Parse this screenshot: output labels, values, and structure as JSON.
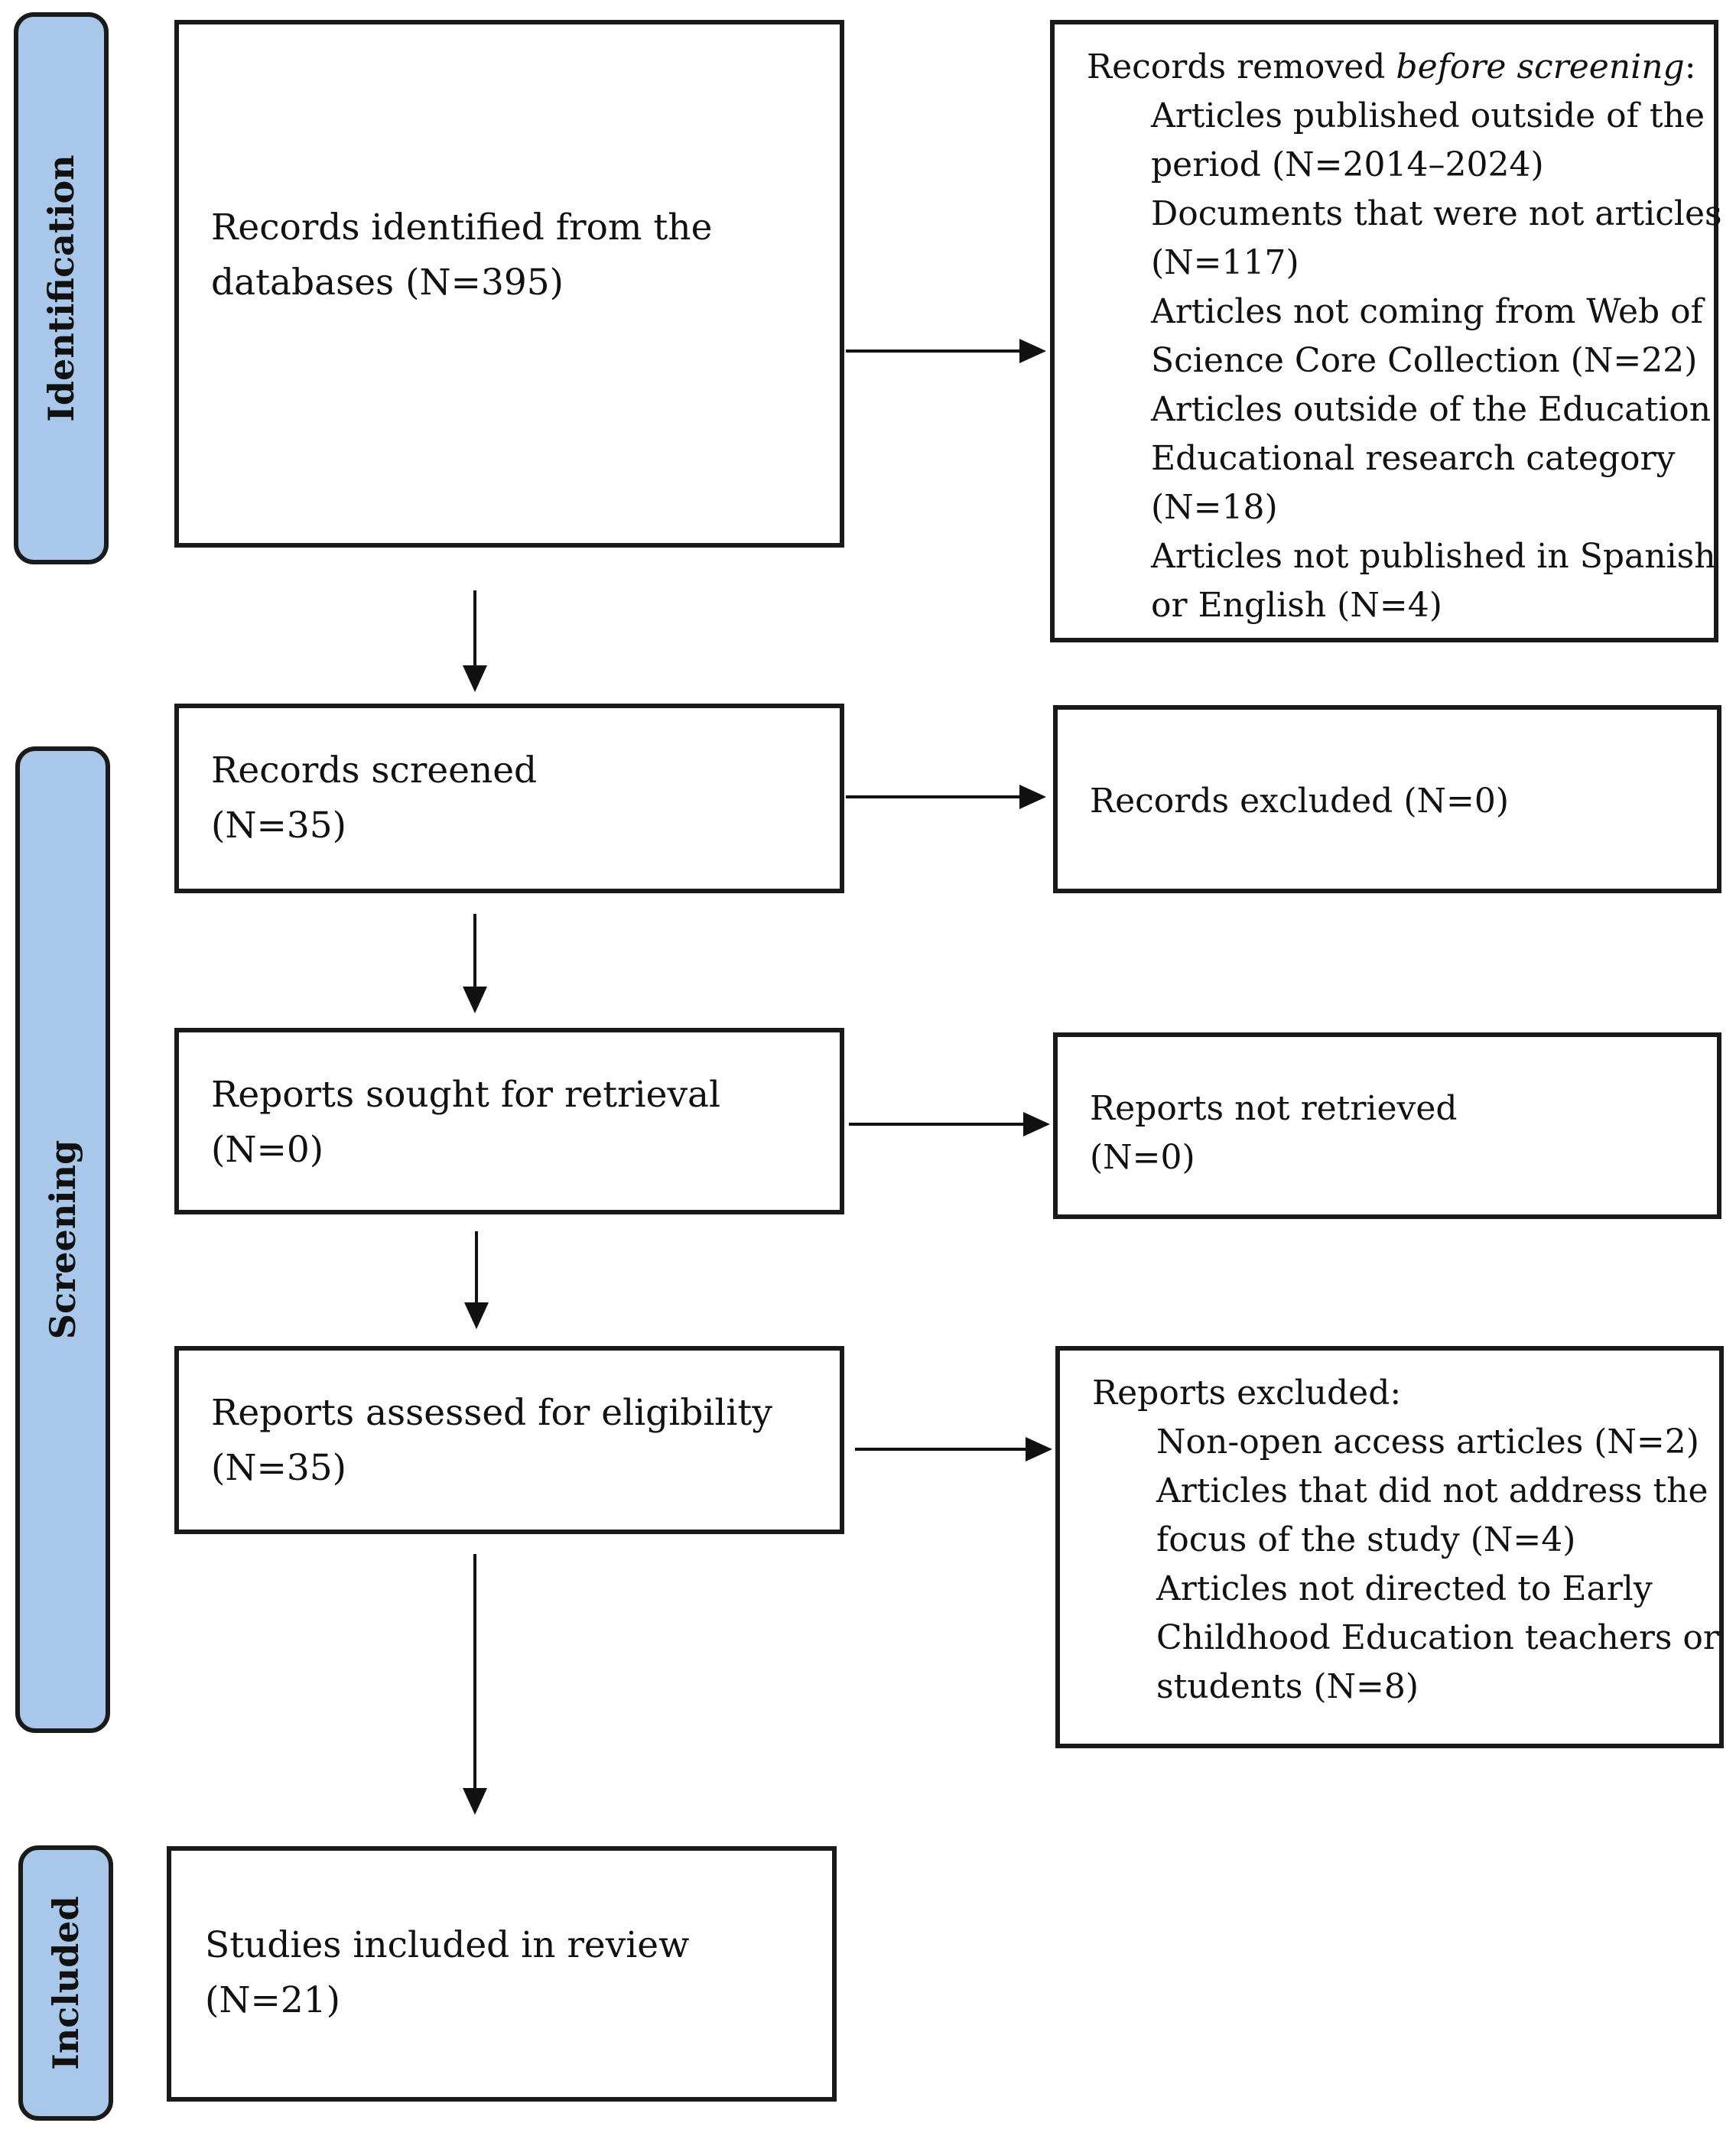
{
  "phases": {
    "identification": "Identification",
    "screening": "Screening",
    "included": "Included"
  },
  "boxes": {
    "identified": {
      "line1": "Records identified from the",
      "line2": "databases (N=395)"
    },
    "removed": {
      "heading_pre": "Records removed ",
      "heading_italic": "before screening",
      "heading_post": ":",
      "items": [
        "Articles published outside of the",
        "period (N=2014–2024)",
        "Documents that were not articles",
        "(N=117)",
        "Articles not coming from Web of",
        "Science Core Collection (N=22)",
        "Articles outside of the Education",
        "Educational research category",
        "(N=18)",
        "Articles not published in Spanish",
        "or English (N=4)"
      ]
    },
    "screened": {
      "line1": "Records screened",
      "line2": "(N=35)"
    },
    "excluded_records": {
      "line1": "Records excluded (N=0)"
    },
    "sought": {
      "line1": "Reports sought for retrieval",
      "line2": "(N=0)"
    },
    "not_retrieved": {
      "line1": "Reports not retrieved",
      "line2": "(N=0)"
    },
    "assessed": {
      "line1": "Reports assessed for eligibility",
      "line2": "(N=35)"
    },
    "reports_excluded": {
      "heading": "Reports excluded:",
      "items": [
        "Non-open access articles (N=2)",
        "Articles that did not address the",
        "focus of the study (N=4)",
        "Articles not directed to Early",
        "Childhood Education teachers or",
        "students (N=8)"
      ]
    },
    "included": {
      "line1": "Studies included in review",
      "line2": "(N=21)"
    }
  }
}
